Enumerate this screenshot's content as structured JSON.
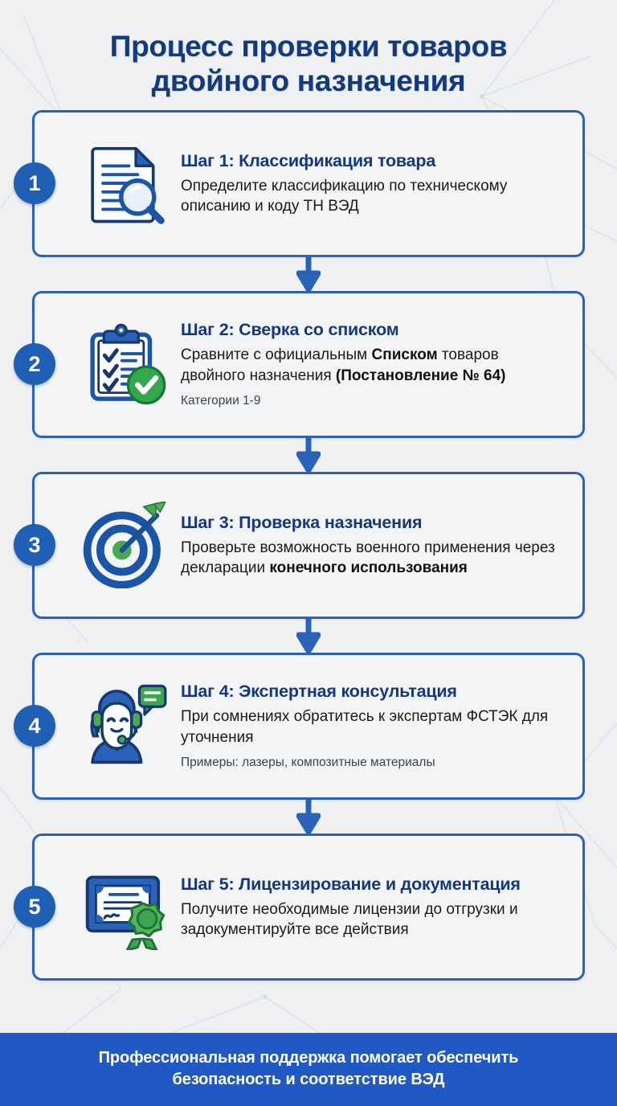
{
  "header": {
    "title_line1": "Процесс проверки товаров",
    "title_line2": "двойного назначения"
  },
  "colors": {
    "brand_blue": "#1f5fb4",
    "border_blue": "#2a62b8",
    "title_navy": "#123a7e",
    "accent_green": "#35a84c",
    "footer_blue": "#2058c4",
    "page_bg": "#eef0f2",
    "card_bg": "#f2f4f6"
  },
  "steps": [
    {
      "number": "1",
      "icon": "document-magnifier-icon",
      "title": "Шаг 1: Классификация товара",
      "desc_parts": [
        {
          "text": "Определите классификацию по техническому описанию и коду ТН ВЭД",
          "bold": false
        }
      ],
      "note": ""
    },
    {
      "number": "2",
      "icon": "clipboard-check-icon",
      "title": "Шаг 2: Сверка со списком",
      "desc_parts": [
        {
          "text": "Сравните с официальным ",
          "bold": false
        },
        {
          "text": "Списком",
          "bold": true
        },
        {
          "text": " товаров двойного назначения ",
          "bold": false
        },
        {
          "text": "(Постановление № 64)",
          "bold": true
        }
      ],
      "note": "Категории 1-9"
    },
    {
      "number": "3",
      "icon": "target-arrow-icon",
      "title": "Шаг 3: Проверка назначения",
      "desc_parts": [
        {
          "text": "Проверьте возможность военного применения через декларации ",
          "bold": false
        },
        {
          "text": "конечного использования",
          "bold": true
        }
      ],
      "note": ""
    },
    {
      "number": "4",
      "icon": "support-agent-icon",
      "title": "Шаг 4: Экспертная консультация",
      "desc_parts": [
        {
          "text": "При сомнениях обратитесь к экспертам ФСТЭК для уточнения",
          "bold": false
        }
      ],
      "note": "Примеры: лазеры, композитные материалы"
    },
    {
      "number": "5",
      "icon": "certificate-seal-icon",
      "title": "Шаг 5: Лицензирование и документация",
      "desc_parts": [
        {
          "text": "Получите необходимые лицензии до отгрузки и задокументируйте все действия",
          "bold": false
        }
      ],
      "note": ""
    }
  ],
  "footer": {
    "line1": "Профессиональная поддержка помогает обеспечить",
    "line2": "безопасность и соответствие ВЭД"
  }
}
